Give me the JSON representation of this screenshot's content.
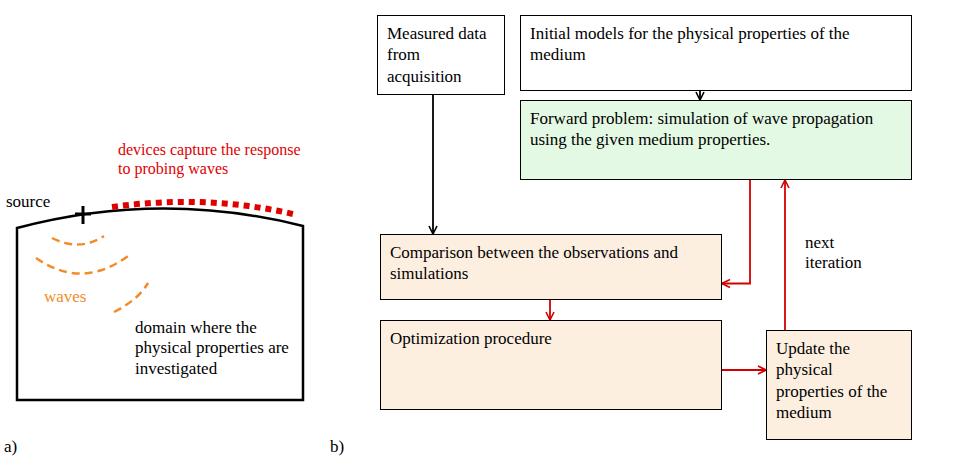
{
  "diagram": {
    "nodes": [
      {
        "text": [
          "Measured data from acquisition"
        ]
      },
      {
        "text": [
          "Initial models for the physical properties of the medium"
        ]
      },
      {
        "text": [
          "Forward problem: simulation of wave propagation using the given medium properties."
        ]
      },
      {
        "text": [
          "Comparison between the observations and simulations"
        ]
      },
      {
        "text": [
          "Optimization procedure"
        ]
      },
      {
        "text": [
          "Update the physical properties of the medium"
        ]
      }
    ],
    "edges": [
      {
        "from": 0,
        "to": 3,
        "arrow": "to"
      },
      {
        "from": 1,
        "to": 2,
        "arrow": "to"
      },
      {
        "from": 2,
        "to": 3,
        "arrow": "to"
      },
      {
        "from": 3,
        "to": 4,
        "arrow": "to"
      },
      {
        "from": 4,
        "to": 5,
        "arrow": "to"
      },
      {
        "from": 5,
        "to": 2,
        "arrow": "to",
        "label": "next iteration"
      }
    ],
    "labels": [
      "source",
      "devices capture the response to probing waves",
      "waves",
      "domain where the physical properties are investigated",
      "a)",
      "b)"
    ]
  }
}
